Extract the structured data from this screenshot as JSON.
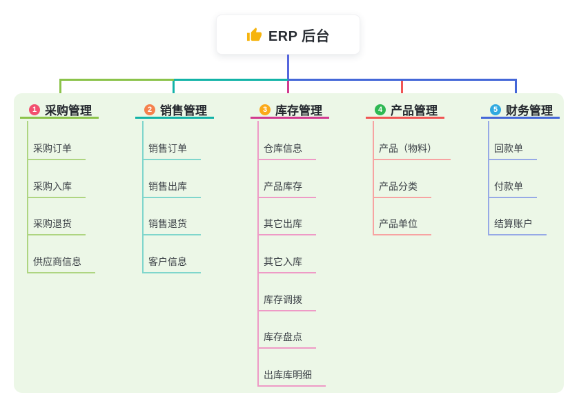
{
  "canvas": {
    "background": "#ffffff",
    "panel_background": "#ecf7e7"
  },
  "root": {
    "label": "ERP 后台",
    "icon": "thumbs-up",
    "icon_color": "#f6b40e",
    "trunk_color": "#5566dd"
  },
  "branches": [
    {
      "num": "1",
      "title": "采购管理",
      "badge_color": "#f2506e",
      "line_color": "#8bc34a",
      "child_line_color": "#aed581",
      "children": [
        "采购订单",
        "采购入库",
        "采购退货",
        "供应商信息"
      ]
    },
    {
      "num": "2",
      "title": "销售管理",
      "badge_color": "#f5814d",
      "line_color": "#12b3a7",
      "child_line_color": "#7fd6cc",
      "children": [
        "销售订单",
        "销售出库",
        "销售退货",
        "客户信息"
      ]
    },
    {
      "num": "3",
      "title": "库存管理",
      "badge_color": "#fba919",
      "line_color": "#d23a8f",
      "child_line_color": "#ee9ac6",
      "children": [
        "仓库信息",
        "产品库存",
        "其它出库",
        "其它入库",
        "库存调拨",
        "库存盘点",
        "出库库明细"
      ]
    },
    {
      "num": "4",
      "title": "产品管理",
      "badge_color": "#2fb853",
      "line_color": "#f05554",
      "child_line_color": "#f7a3a2",
      "children": [
        "产品（物料）",
        "产品分类",
        "产品单位"
      ]
    },
    {
      "num": "5",
      "title": "财务管理",
      "badge_color": "#2fa9e0",
      "line_color": "#4467d8",
      "child_line_color": "#96a9e6",
      "children": [
        "回款单",
        "付款单",
        "结算账户"
      ]
    }
  ]
}
